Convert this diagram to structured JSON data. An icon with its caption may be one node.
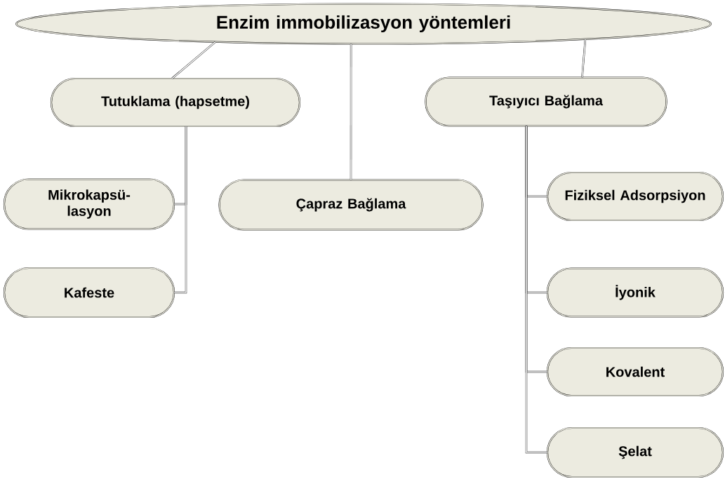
{
  "diagram": {
    "nodes": [
      {
        "text": [
          "Enzim immobilizasyon yöntemleri"
        ]
      },
      {
        "text": [
          "Tutuklama (hapsetme)"
        ]
      },
      {
        "text": [
          "Taşıyıcı Bağlama"
        ]
      },
      {
        "text": [
          "Mikrokapsü-lasyon"
        ]
      },
      {
        "text": [
          "Kafeste"
        ]
      },
      {
        "text": [
          "Çapraz Bağlama"
        ]
      },
      {
        "text": [
          "Fiziksel Adsorpsiyon"
        ]
      },
      {
        "text": [
          "İyonik"
        ]
      },
      {
        "text": [
          "Kovalent"
        ]
      },
      {
        "text": [
          "Şelat"
        ]
      }
    ],
    "edges": [
      {
        "from": 0,
        "to": 1,
        "arrow": "none"
      },
      {
        "from": 0,
        "to": 5,
        "arrow": "none"
      },
      {
        "from": 0,
        "to": 2,
        "arrow": "none"
      },
      {
        "from": 1,
        "to": 3,
        "arrow": "none"
      },
      {
        "from": 1,
        "to": 4,
        "arrow": "none"
      },
      {
        "from": 2,
        "to": 6,
        "arrow": "none"
      },
      {
        "from": 2,
        "to": 7,
        "arrow": "none"
      },
      {
        "from": 2,
        "to": 8,
        "arrow": "none"
      },
      {
        "from": 2,
        "to": 9,
        "arrow": "none"
      }
    ]
  }
}
